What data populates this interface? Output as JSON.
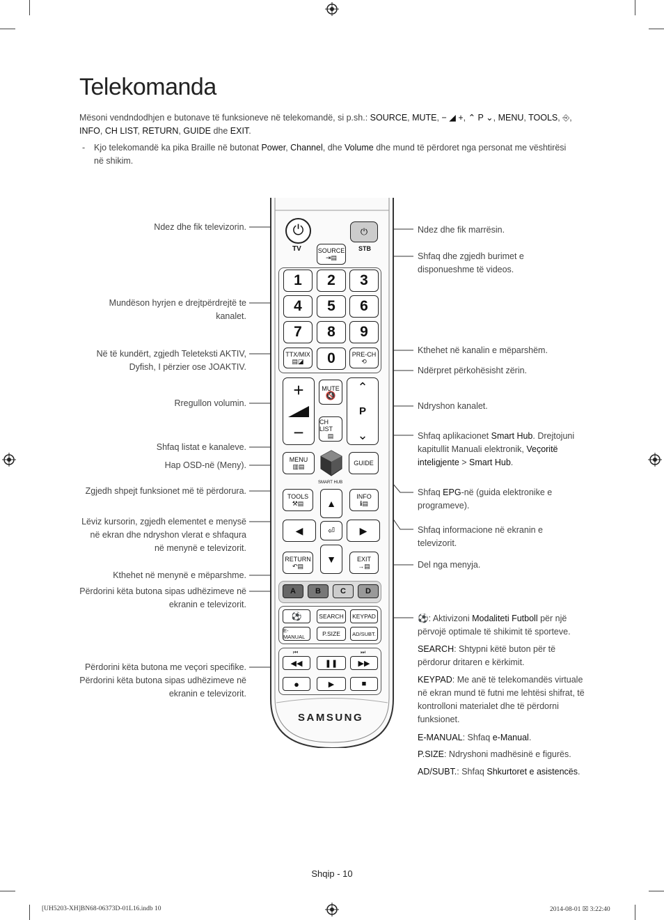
{
  "title": "Telekomanda",
  "intro": {
    "text1": "Mësoni vendndodhjen e butonave të funksioneve në telekomandë, si p.sh.:",
    "source": "SOURCE",
    "mute": "MUTE",
    "vol": "− ◢ +",
    "ch": "⌃ P ⌄",
    "menu": "MENU",
    "tools": "TOOLS",
    "info": "INFO",
    "chlist": "CH LIST",
    "return": "RETURN",
    "guide": "GUIDE",
    "and": "dhe",
    "exit": "EXIT"
  },
  "note": {
    "dash": "-",
    "text1": "Kjo telekomandë ka pika Braille në butonat",
    "power": "Power",
    "channel": "Channel",
    "and": "dhe",
    "volume": "Volume",
    "text2": "dhe mund të përdoret nga personat me vështirësi në shikim."
  },
  "left_labels": {
    "power": "Ndez dhe fik televizorin.",
    "channel_access": "Mundëson hyrjen e drejtpërdrejtë te kanalet.",
    "teletext": "Në të kundërt, zgjedh Teleteksti AKTIV, Dyfish, I përzier ose JOAKTIV.",
    "volume": "Rregullon volumin.",
    "chlist": "Shfaq listat e kanaleve.",
    "menu": "Hap OSD-në (Meny).",
    "tools": "Zgjedh shpejt funksionet më të përdorura.",
    "cursor": "Lëviz kursorin, zgjedh elementet e menysë në ekran dhe ndryshon vlerat e shfaqura në menynë e televizorit.",
    "return": "Kthehet në menynë e mëparshme.",
    "colors": "Përdorini këta butona sipas udhëzimeve në ekranin e televizorit.",
    "special1": "Përdorini këta butona me veçori specifike.",
    "special2": "Përdorini këta butona sipas udhëzimeve në ekranin e televizorit."
  },
  "right_labels": {
    "stb": "Ndez dhe fik marrësin.",
    "source": "Shfaq dhe zgjedh burimet e disponueshme të videos.",
    "prech": "Kthehet në kanalin e mëparshëm.",
    "mute": "Ndërpret përkohësisht zërin.",
    "channel": "Ndryshon kanalet.",
    "smarthub_a": "Shfaq aplikacionet",
    "smarthub_b": "Smart Hub",
    "smarthub_c": ". Drejtojuni kapitullit Manuali elektronik,",
    "smarthub_d": "Veçoritë inteligjente",
    "smarthub_e": ">",
    "smarthub_f": "Smart Hub",
    "smarthub_g": ".",
    "epg_a": "Shfaq",
    "epg_b": "EPG",
    "epg_c": "-në (guida elektronike e programeve).",
    "info": "Shfaq informacione në ekranin e televizorit.",
    "exit": "Del nga menyja.",
    "football_a": ": Aktivizoni",
    "football_b": "Modaliteti Futboll",
    "football_c": "për një përvojë optimale të shikimit të sporteve.",
    "search_a": "SEARCH",
    "search_b": ": Shtypni këtë buton për të përdorur dritaren e kërkimit.",
    "keypad_a": "KEYPAD",
    "keypad_b": ": Me anë të telekomandës virtuale në ekran mund të futni me lehtësi shifrat, të kontrolloni materialet dhe të përdorni funksionet.",
    "emanual_a": "E-MANUAL",
    "emanual_b": ": Shfaq",
    "emanual_c": "e-Manual",
    "emanual_d": ".",
    "psize_a": "P.SIZE",
    "psize_b": ": Ndryshoni madhësinë e figurës.",
    "adsubt_a": "AD/SUBT.",
    "adsubt_b": ": Shfaq",
    "adsubt_c": "Shkurtoret e asistencës",
    "adsubt_d": "."
  },
  "remote": {
    "tv": "TV",
    "stb": "STB",
    "source": "SOURCE",
    "numbers": [
      "1",
      "2",
      "3",
      "4",
      "5",
      "6",
      "7",
      "8",
      "9"
    ],
    "zero": "0",
    "ttx": "TTX/MIX",
    "prech": "PRE-CH",
    "mute": "MUTE",
    "plus": "+",
    "minus": "−",
    "p": "P",
    "chlist": "CH LIST",
    "menu": "MENU",
    "smarthub": "SMART HUB",
    "guide": "GUIDE",
    "tools": "TOOLS",
    "info": "INFO",
    "return": "RETURN",
    "exit": "EXIT",
    "color_keys": [
      "A",
      "B",
      "C",
      "D"
    ],
    "search": "SEARCH",
    "keypad": "KEYPAD",
    "emanual": "E-MANUAL",
    "psize": "P.SIZE",
    "adsubt": "AD/SUBT.",
    "brand": "SAMSUNG"
  },
  "footer": "Shqip - 10",
  "print_left": "[UH5203-XH]BN68-06373D-01L16.indb   10",
  "print_right": "2014-08-01   ☒ 3:22:40"
}
